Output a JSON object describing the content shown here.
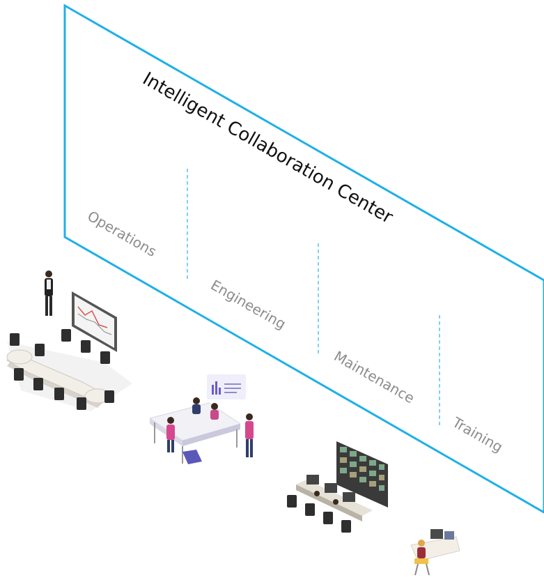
{
  "title": "Intelligent Collaboration Center",
  "sections": [
    "Operations",
    "Engineering",
    "Maintenance",
    "Training"
  ],
  "colors": {
    "frame": "#1fb0e6",
    "divider": "#3cb8ea",
    "title_text": "#111111",
    "section_text": "#8c8c8c"
  },
  "scenes": {
    "boardroom": "boardroom-meeting-illustration",
    "team": "team-collaboration-illustration",
    "control_room": "control-room-illustration",
    "trainee": "trainee-workstation-illustration"
  }
}
